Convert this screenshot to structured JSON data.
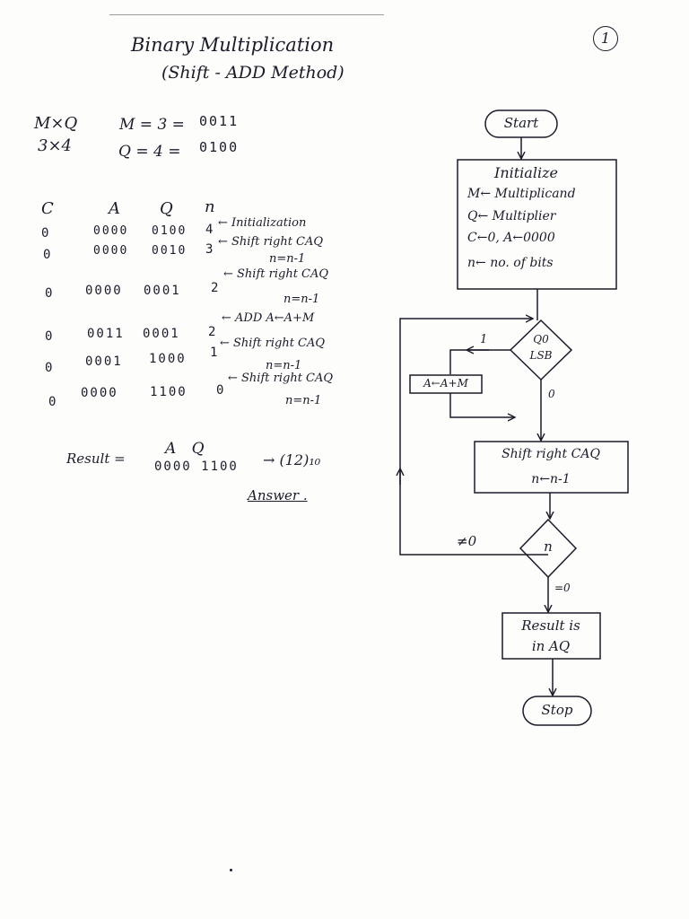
{
  "page": {
    "title_line1": "Binary Multiplication",
    "title_line2": "(Shift - ADD Method)",
    "page_number": "1"
  },
  "problem": {
    "expr": "M×Q",
    "values": "3×4",
    "m_eq": "M = 3 =",
    "m_bin": "0011",
    "q_eq": "Q = 4 =",
    "q_bin": "0100"
  },
  "trace": {
    "headers": [
      "C",
      "A",
      "Q",
      "n"
    ],
    "rows": [
      {
        "c": "0",
        "a": "0000",
        "q": "0100",
        "n": "4",
        "note": "← Initialization",
        "sub": ""
      },
      {
        "c": "0",
        "a": "0000",
        "q": "0010",
        "n": "3",
        "note": "← Shift right CAQ",
        "sub": "n=n-1"
      },
      {
        "c": "0",
        "a": "0000",
        "q": "0001",
        "n": "2",
        "note": "← Shift right CAQ",
        "sub": "n=n-1"
      },
      {
        "c": "0",
        "a": "0011",
        "q": "0001",
        "n": "2",
        "note": "← ADD A←A+M",
        "sub": ""
      },
      {
        "c": "0",
        "a": "0001",
        "q": "1000",
        "n": "1",
        "note": "← Shift right CAQ",
        "sub": "n=n-1"
      },
      {
        "c": "0",
        "a": "0000",
        "q": "1100",
        "n": "0",
        "note": "← Shift right CAQ",
        "sub": "n=n-1"
      }
    ]
  },
  "result": {
    "label": "Result =",
    "aq_header": "A Q",
    "value": "0000 1100",
    "decimal": "→ (12)₁₀",
    "answer": "Answer ."
  },
  "flowchart": {
    "start": "Start",
    "init_lines": [
      "Initialize",
      "M← Multiplicand",
      "Q← Multiplier",
      "C←0, A←0000",
      "n← no. of bits"
    ],
    "decision1_top": "Q0",
    "decision1_bottom": "LSB",
    "branch1_label": "1",
    "branch0_label": "0",
    "add_box": "A←A+M",
    "shift_line1": "Shift right CAQ",
    "shift_line2": "n←n-1",
    "decision2": "n",
    "not_zero_label": "≠0",
    "zero_label": "=0",
    "result_line1": "Result is",
    "result_line2": "in AQ",
    "stop": "Stop"
  }
}
